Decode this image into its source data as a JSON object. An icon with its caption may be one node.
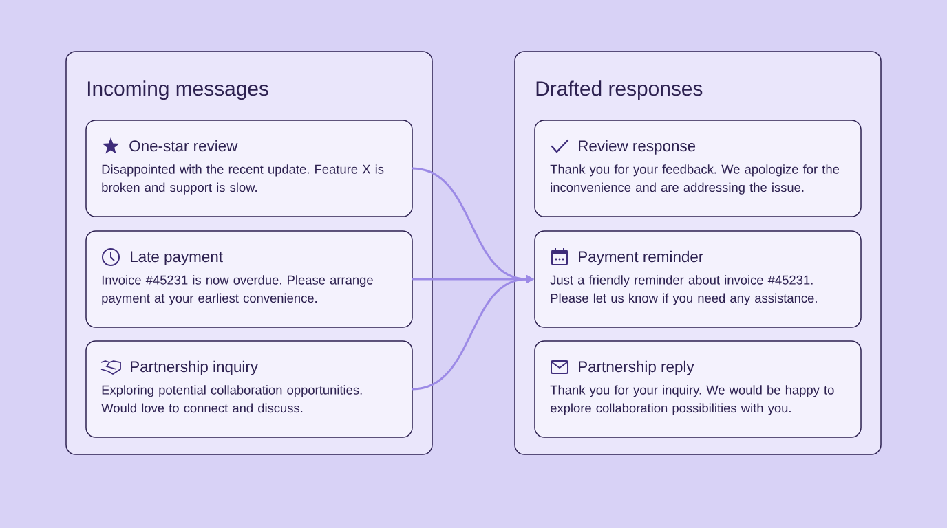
{
  "diagram": {
    "nodes": [
      {
        "text": [
          "Incoming messages"
        ]
      },
      {
        "text": [
          "One-star review",
          "Disappointed with the recent update. Feature X is broken and support is slow."
        ],
        "in": 0
      },
      {
        "text": [
          "Late payment",
          "Invoice #45231 is now overdue. Please arrange payment at your earliest convenience."
        ],
        "in": 0
      },
      {
        "text": [
          "Partnership inquiry",
          "Exploring potential collaboration opportunities. Would love to connect and discuss."
        ],
        "in": 0
      },
      {
        "text": [
          "Drafted responses"
        ]
      },
      {
        "text": [
          "Review response",
          "Thank you for your feedback. We apologize for the inconvenience and are addressing the issue."
        ],
        "in": 4
      },
      {
        "text": [
          "Payment reminder",
          "Just a friendly reminder about invoice #45231. Please let us know if you need any assistance."
        ],
        "in": 4
      },
      {
        "text": [
          "Partnership reply",
          "Thank you for your inquiry. We would be happy to explore collaboration possibilities with you."
        ],
        "in": 4
      }
    ],
    "edges": [
      {
        "from": 1,
        "to": 6,
        "arrow": "to"
      },
      {
        "from": 2,
        "to": 6,
        "arrow": "to"
      },
      {
        "from": 3,
        "to": 6,
        "arrow": "to"
      }
    ]
  }
}
